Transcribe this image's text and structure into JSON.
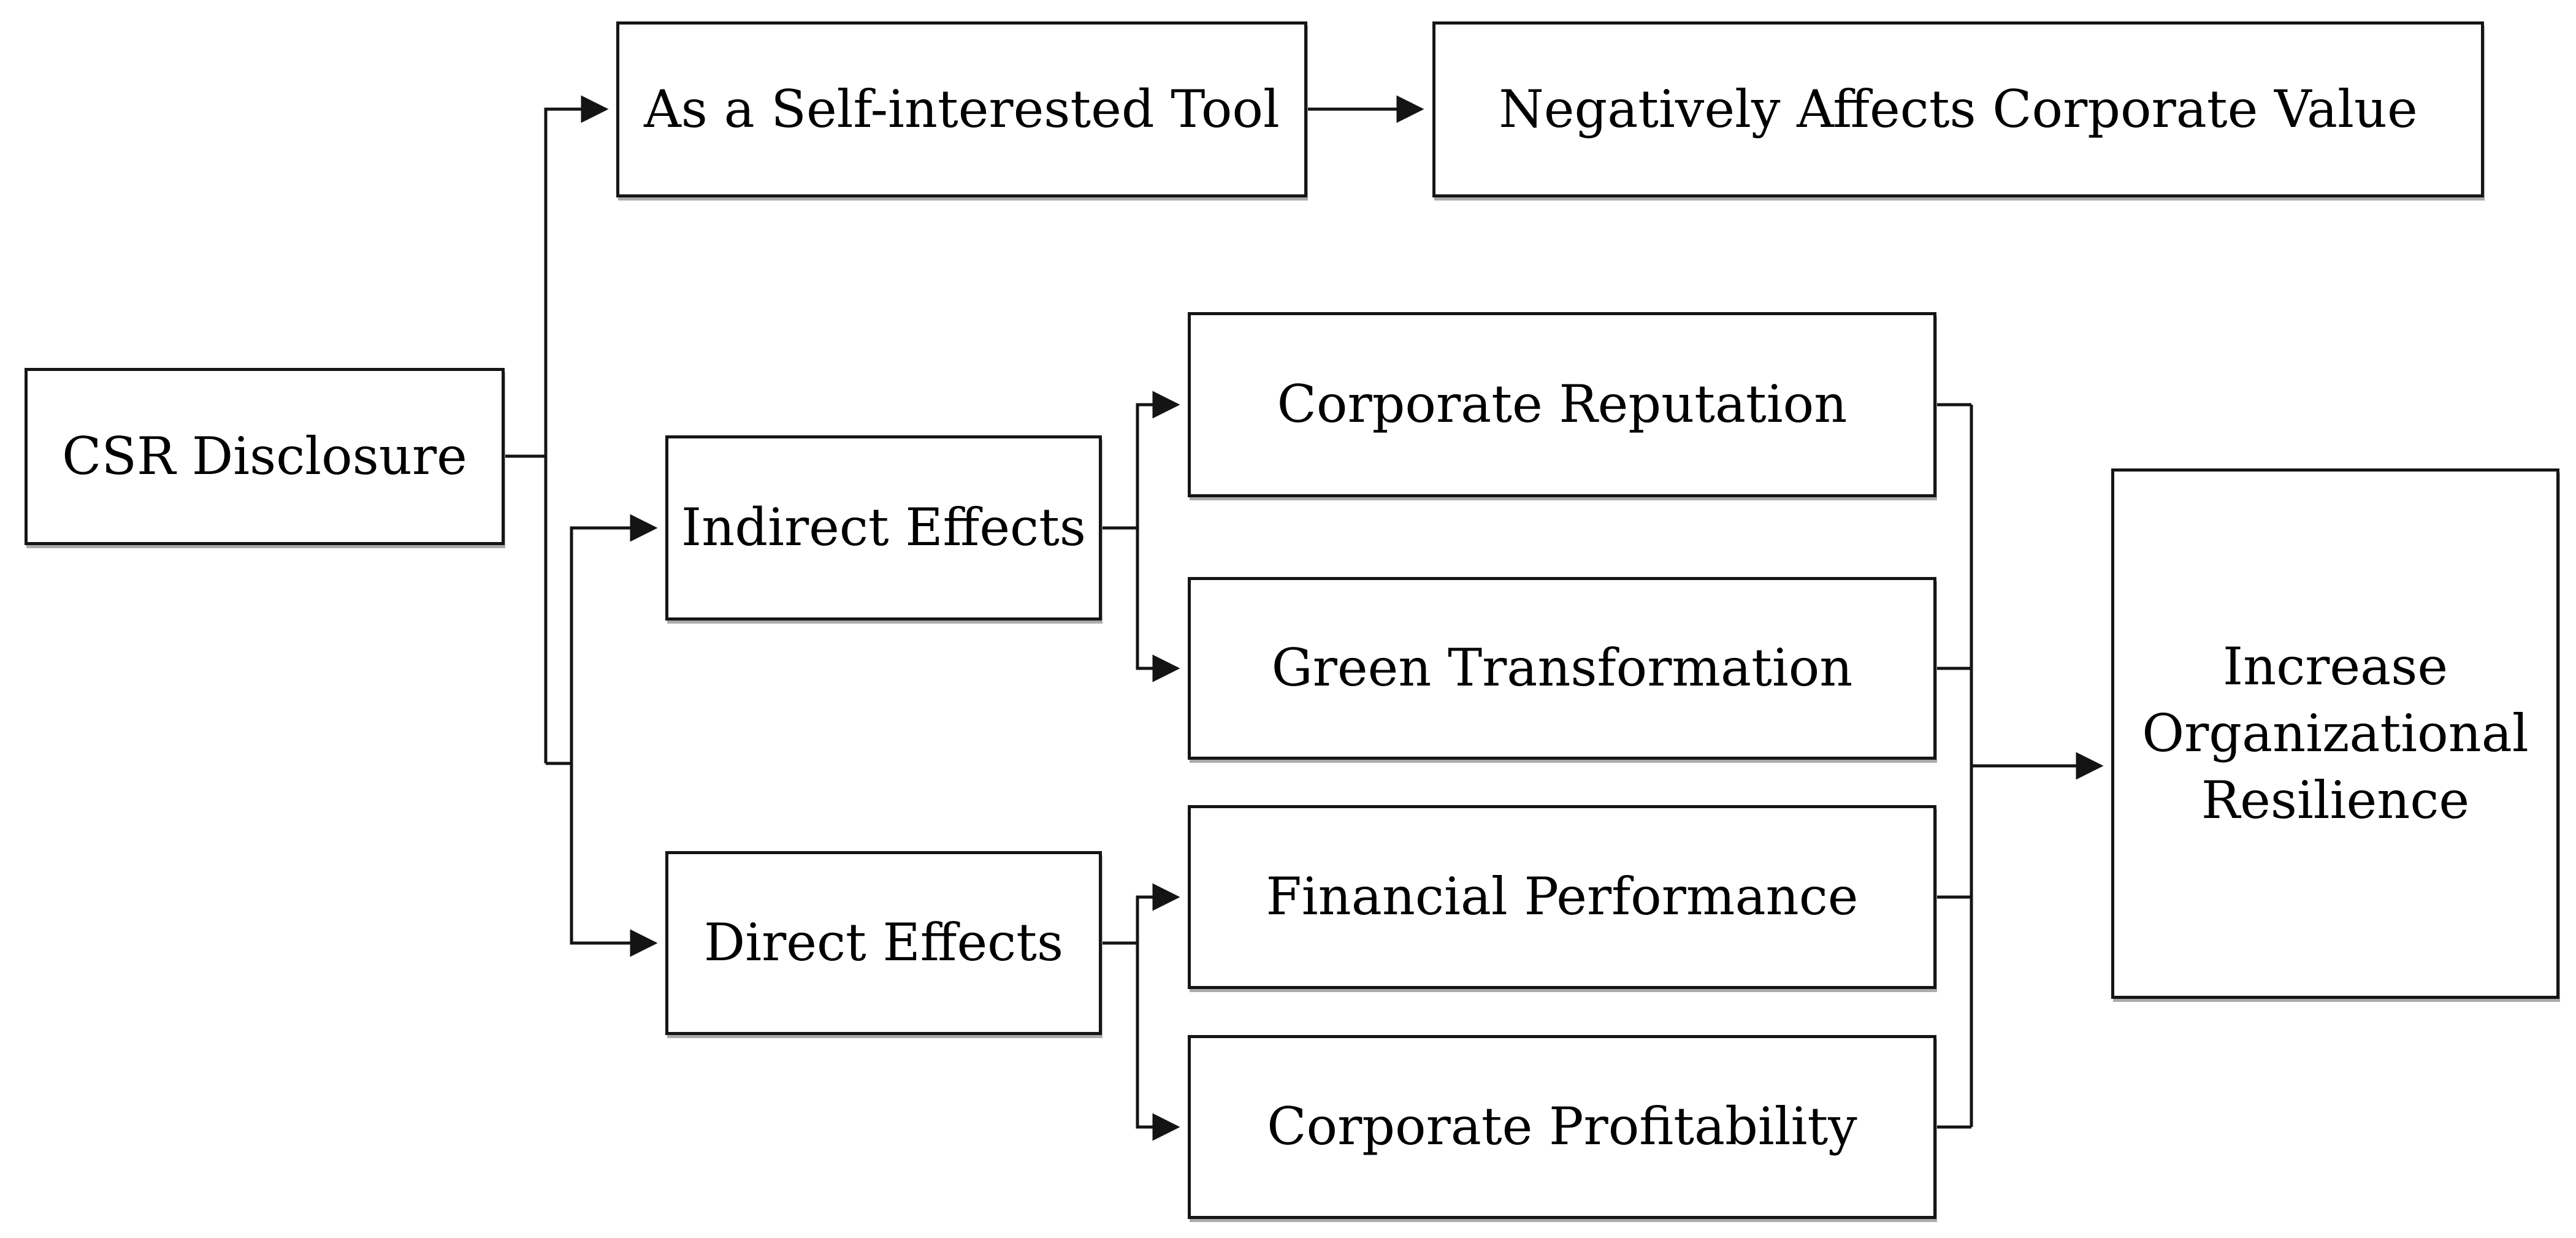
{
  "diagram": {
    "type": "flowchart",
    "background": "#ffffff",
    "colors": {
      "line": "#141414",
      "box_border": "#151515",
      "box_fill": "#ffffff",
      "text": "#000000",
      "shadow": "#ababab"
    },
    "nodes": {
      "csr": {
        "label": "CSR Disclosure"
      },
      "self_tool": {
        "label": "As a Self-interested Tool"
      },
      "neg_value": {
        "label": "Negatively Affects Corporate Value"
      },
      "indirect": {
        "label": "Indirect Effects"
      },
      "corp_rep": {
        "label": "Corporate Reputation"
      },
      "green_trans": {
        "label": "Green Transformation"
      },
      "direct": {
        "label": "Direct Effects"
      },
      "fin_perf": {
        "label": "Financial Performance"
      },
      "corp_prof": {
        "label": "Corporate Profitability"
      },
      "increase": {
        "label": "Increase Organizational Resilience"
      }
    },
    "edges": [
      {
        "from": "CSR Disclosure",
        "to": "As a Self-interested Tool"
      },
      {
        "from": "As a Self-interested Tool",
        "to": "Negatively Affects Corporate Value"
      },
      {
        "from": "CSR Disclosure",
        "to": "Indirect Effects"
      },
      {
        "from": "CSR Disclosure",
        "to": "Direct Effects"
      },
      {
        "from": "Indirect Effects",
        "to": "Corporate Reputation"
      },
      {
        "from": "Indirect Effects",
        "to": "Green Transformation"
      },
      {
        "from": "Direct Effects",
        "to": "Financial Performance"
      },
      {
        "from": "Direct Effects",
        "to": "Corporate Profitability"
      },
      {
        "from": "Corporate Reputation",
        "to": "Increase Organizational Resilience"
      },
      {
        "from": "Green Transformation",
        "to": "Increase Organizational Resilience"
      },
      {
        "from": "Financial Performance",
        "to": "Increase Organizational Resilience"
      },
      {
        "from": "Corporate Profitability",
        "to": "Increase Organizational Resilience"
      }
    ]
  }
}
